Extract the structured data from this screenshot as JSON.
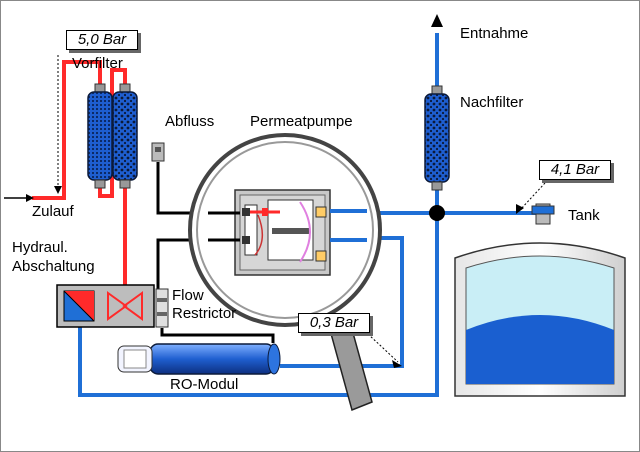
{
  "labels": {
    "entnahme": "Entnahme",
    "vorfilter": "Vorfilter",
    "nachfilter": "Nachfilter",
    "abfluss": "Abfluss",
    "permeatpumpe": "Permeatpumpe",
    "zulauf": "Zulauf",
    "hydraul_line1": "Hydraul.",
    "hydraul_line2": "Abschaltung",
    "flow_line1": "Flow",
    "flow_line2": "Restrictor",
    "ro_modul": "RO-Modul",
    "tank": "Tank"
  },
  "pressures": {
    "inlet": "5,0 Bar",
    "tank": "4,1 Bar",
    "permeate": "0,3 Bar"
  },
  "colors": {
    "feed_line": "#ff2a2a",
    "permeate_line": "#1f6fd6",
    "drain_line": "#000000",
    "tank_water": "#1a5fd0",
    "tank_air": "#c9eef6",
    "filter_blue": "#1e5ed0"
  }
}
